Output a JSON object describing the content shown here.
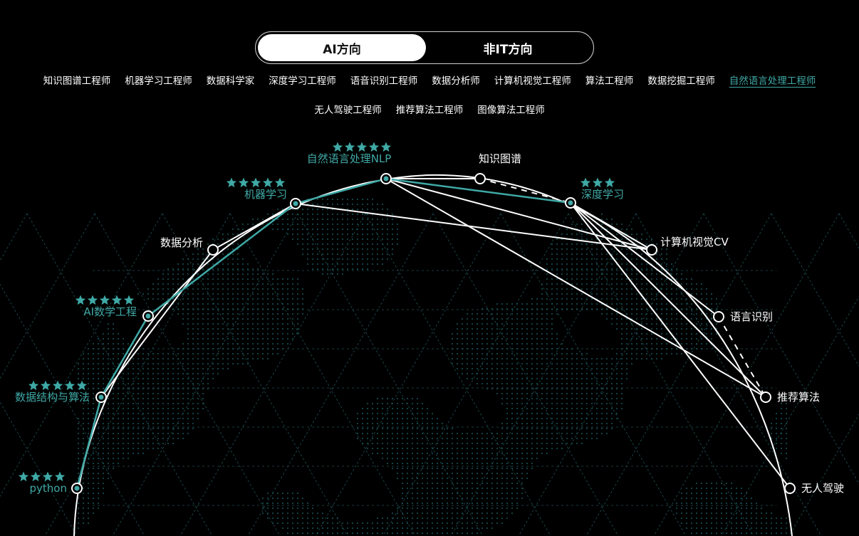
{
  "tabs": {
    "ai": "AI方向",
    "non_it": "非IT方向"
  },
  "roles_row1": [
    "知识图谱工程师",
    "机器学习工程师",
    "数据科学家",
    "深度学习工程师",
    "语音识别工程师",
    "数据分析师",
    "计算机视觉工程师",
    "算法工程师",
    "数据挖掘工程师",
    "自然语言处理工程师"
  ],
  "roles_row2": [
    "无人驾驶工程师",
    "推荐算法工程师",
    "图像算法工程师"
  ],
  "selected_role": "自然语言处理工程师",
  "colors": {
    "teal": "#3fa9a6",
    "bg": "#000000",
    "line": "#ffffff"
  },
  "nodes": [
    {
      "id": "python",
      "label": "python",
      "stars": 4,
      "highlight": true
    },
    {
      "id": "ds",
      "label": "数据结构与算法",
      "stars": 5,
      "highlight": true
    },
    {
      "id": "aimath",
      "label": "AI数学工程",
      "stars": 5,
      "highlight": true
    },
    {
      "id": "da",
      "label": "数据分析",
      "stars": 0,
      "highlight": false
    },
    {
      "id": "ml",
      "label": "机器学习",
      "stars": 5,
      "highlight": true
    },
    {
      "id": "nlp",
      "label": "自然语言处理NLP",
      "stars": 5,
      "highlight": true
    },
    {
      "id": "kg",
      "label": "知识图谱",
      "stars": 0,
      "highlight": false
    },
    {
      "id": "dl",
      "label": "深度学习",
      "stars": 3,
      "highlight": true
    },
    {
      "id": "cv",
      "label": "计算机视觉CV",
      "stars": 0,
      "highlight": false
    },
    {
      "id": "speech",
      "label": "语言识别",
      "stars": 0,
      "highlight": false
    },
    {
      "id": "rec",
      "label": "推荐算法",
      "stars": 0,
      "highlight": false
    },
    {
      "id": "auto",
      "label": "无人驾驶",
      "stars": 0,
      "highlight": false
    }
  ],
  "teal_path": [
    "python",
    "ds",
    "aimath",
    "ml",
    "nlp",
    "dl"
  ],
  "edges": [
    [
      "ds",
      "da"
    ],
    [
      "da",
      "ml"
    ],
    [
      "ml",
      "cv"
    ],
    [
      "nlp",
      "cv"
    ],
    [
      "nlp",
      "rec"
    ],
    [
      "nlp",
      "kg"
    ],
    [
      "dl",
      "cv"
    ],
    [
      "dl",
      "speech"
    ],
    [
      "dl",
      "rec"
    ],
    [
      "dl",
      "auto"
    ]
  ],
  "dashed_edges": [
    [
      "kg",
      "dl"
    ],
    [
      "speech",
      "rec"
    ]
  ]
}
